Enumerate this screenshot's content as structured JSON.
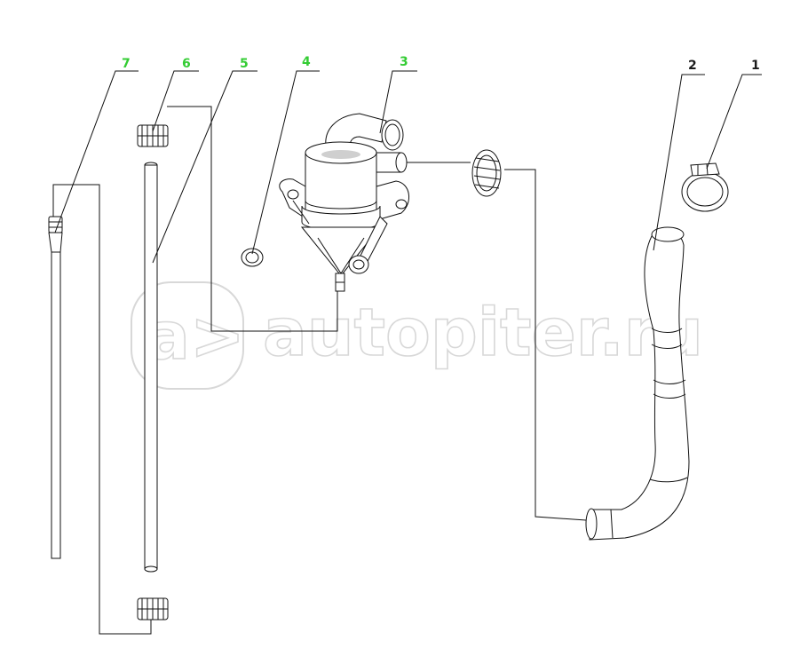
{
  "diagram": {
    "callouts": [
      {
        "id": "1",
        "label": "1",
        "color": "#1a1a1a"
      },
      {
        "id": "2",
        "label": "2",
        "color": "#1a1a1a"
      },
      {
        "id": "3",
        "label": "3",
        "color": "#33cc33"
      },
      {
        "id": "4",
        "label": "4",
        "color": "#33cc33"
      },
      {
        "id": "5",
        "label": "5",
        "color": "#33cc33"
      },
      {
        "id": "6",
        "label": "6",
        "color": "#33cc33"
      },
      {
        "id": "7",
        "label": "7",
        "color": "#33cc33"
      }
    ],
    "watermark": {
      "text": "autopiter.ru",
      "logo_text": "a>"
    }
  }
}
